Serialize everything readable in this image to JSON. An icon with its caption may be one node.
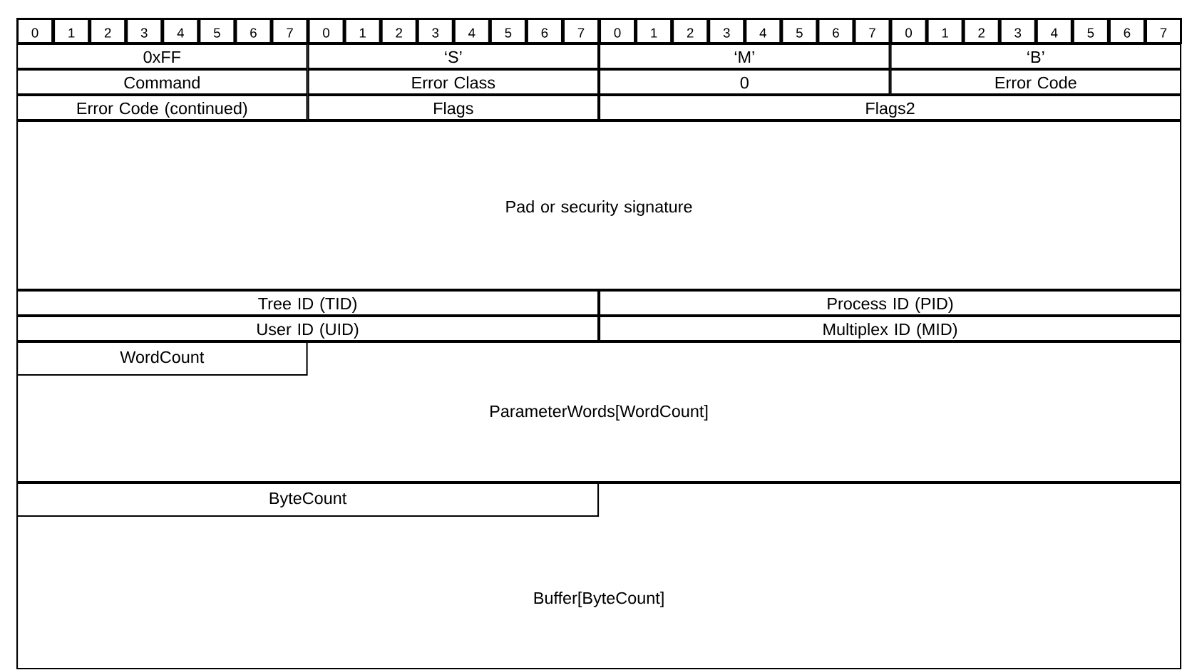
{
  "diagram": {
    "nodes": [
      {
        "text": [
          "0"
        ]
      },
      {
        "text": [
          "1"
        ]
      },
      {
        "text": [
          "2"
        ]
      },
      {
        "text": [
          "3"
        ]
      },
      {
        "text": [
          "4"
        ]
      },
      {
        "text": [
          "5"
        ]
      },
      {
        "text": [
          "6"
        ]
      },
      {
        "text": [
          "7"
        ]
      },
      {
        "text": [
          "0"
        ]
      },
      {
        "text": [
          "1"
        ]
      },
      {
        "text": [
          "2"
        ]
      },
      {
        "text": [
          "3"
        ]
      },
      {
        "text": [
          "4"
        ]
      },
      {
        "text": [
          "5"
        ]
      },
      {
        "text": [
          "6"
        ]
      },
      {
        "text": [
          "7"
        ]
      },
      {
        "text": [
          "0"
        ]
      },
      {
        "text": [
          "1"
        ]
      },
      {
        "text": [
          "2"
        ]
      },
      {
        "text": [
          "3"
        ]
      },
      {
        "text": [
          "4"
        ]
      },
      {
        "text": [
          "5"
        ]
      },
      {
        "text": [
          "6"
        ]
      },
      {
        "text": [
          "7"
        ]
      },
      {
        "text": [
          "0"
        ]
      },
      {
        "text": [
          "1"
        ]
      },
      {
        "text": [
          "2"
        ]
      },
      {
        "text": [
          "3"
        ]
      },
      {
        "text": [
          "4"
        ]
      },
      {
        "text": [
          "5"
        ]
      },
      {
        "text": [
          "6"
        ]
      },
      {
        "text": [
          "7"
        ]
      },
      {
        "text": [
          "0xFF"
        ]
      },
      {
        "text": [
          "‘S’"
        ]
      },
      {
        "text": [
          "‘M’"
        ]
      },
      {
        "text": [
          "‘B’"
        ]
      },
      {
        "text": [
          "Command"
        ]
      },
      {
        "text": [
          "Error Class"
        ]
      },
      {
        "text": [
          "0"
        ]
      },
      {
        "text": [
          "Error Code"
        ]
      },
      {
        "text": [
          "Error Code (continued)"
        ]
      },
      {
        "text": [
          "Flags"
        ]
      },
      {
        "text": [
          "Flags2"
        ]
      },
      {
        "text": [
          "Pad or security signature"
        ]
      },
      {
        "text": [
          "Tree ID (TID)"
        ]
      },
      {
        "text": [
          "Process ID (PID)"
        ]
      },
      {
        "text": [
          "User ID (UID)"
        ]
      },
      {
        "text": [
          "Multiplex ID (MID)"
        ]
      },
      {
        "text": [
          "ParameterWords[WordCount]"
        ]
      },
      {
        "text": [
          "WordCount"
        ],
        "in": 48
      },
      {
        "text": [
          "Buffer[ByteCount]"
        ]
      },
      {
        "text": [
          "ByteCount"
        ],
        "in": 50
      }
    ]
  }
}
